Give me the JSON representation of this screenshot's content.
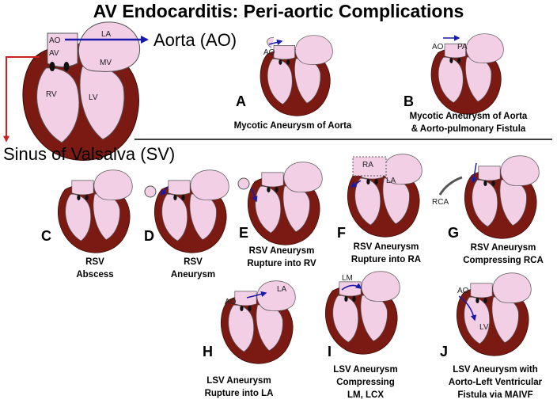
{
  "title": "AV Endocarditis: Peri-aortic Complications",
  "overview": {
    "aorta_label": "Aorta (AO)",
    "sinus_label": "Sinus of Valsalva  (SV)",
    "labels": {
      "ao": "AO",
      "av": "AV",
      "la": "LA",
      "mv": "MV",
      "rv": "RV",
      "lv": "LV"
    }
  },
  "panels": {
    "A": {
      "letter": "A",
      "caption": [
        "Mycotic Aneurysm of Aorta"
      ],
      "labels": [
        "AO"
      ]
    },
    "B": {
      "letter": "B",
      "caption": [
        "Mycotic Aneurysm of Aorta",
        "& Aorto-pulmonary Fistula"
      ],
      "labels": [
        "AO",
        "PA"
      ]
    },
    "C": {
      "letter": "C",
      "caption": [
        "RSV",
        "Abscess"
      ],
      "labels": []
    },
    "D": {
      "letter": "D",
      "caption": [
        "RSV",
        "Aneurysm"
      ],
      "labels": []
    },
    "E": {
      "letter": "E",
      "caption": [
        "RSV Aneurysm",
        "Rupture into RV"
      ],
      "labels": []
    },
    "F": {
      "letter": "F",
      "caption": [
        "RSV Aneurysm",
        "Rupture into RA"
      ],
      "labels": [
        "RA",
        "LA"
      ]
    },
    "G": {
      "letter": "G",
      "caption": [
        "RSV Aneurysm",
        "Compressing RCA"
      ],
      "labels": [
        "RCA"
      ]
    },
    "H": {
      "letter": "H",
      "caption": [
        "LSV Aneurysm",
        "Rupture into LA"
      ],
      "labels": [
        "AO",
        "LA"
      ]
    },
    "I": {
      "letter": "I",
      "caption": [
        "LSV Aneurysm",
        "Compressing",
        "LM, LCX"
      ],
      "labels": [
        "LM"
      ]
    },
    "J": {
      "letter": "J",
      "caption": [
        "LSV Aneurysm with",
        "Aorto-Left Ventricular",
        "Fistula via MAIVF"
      ],
      "labels": [
        "AO",
        "LV"
      ]
    }
  },
  "colors": {
    "myocardium": "#7a1a12",
    "chamber": "#f3cfe6",
    "outline": "#555555",
    "arrow_blue": "#1a1aa8",
    "arrow_red": "#cc1f1f"
  }
}
